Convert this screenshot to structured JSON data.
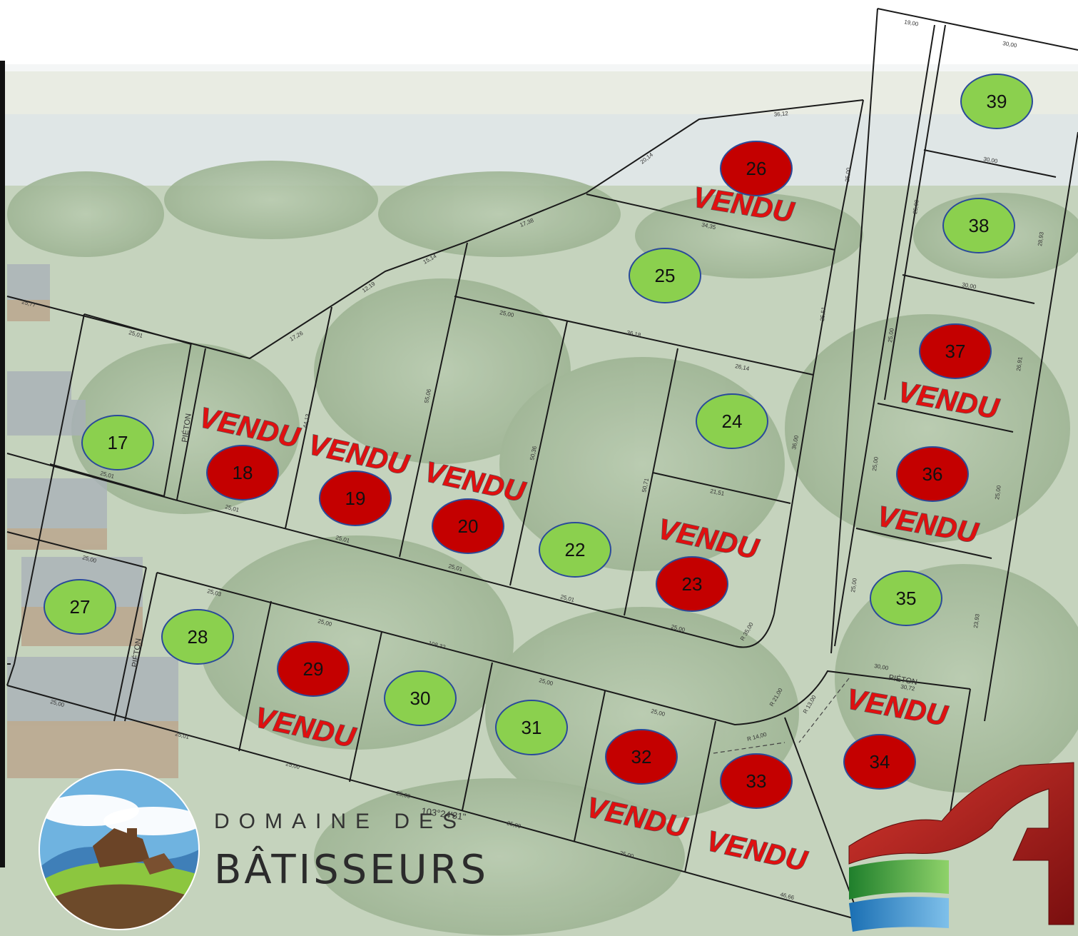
{
  "brand": {
    "line1": "DOMAINE DES",
    "line2": "BÂTISSEURS"
  },
  "sold_label": "VENDU",
  "pedestrian_label": "PIÉTON",
  "bearing_label": "103°24'31\"",
  "colors": {
    "available": "#8bd04e",
    "sold": "#c40000",
    "sold_text": "#e01010",
    "lot_outline": "#2a4a9a",
    "lines": "#1a1a1a"
  },
  "lots": [
    {
      "number": "17",
      "status": "available"
    },
    {
      "number": "18",
      "status": "sold"
    },
    {
      "number": "19",
      "status": "sold"
    },
    {
      "number": "20",
      "status": "sold"
    },
    {
      "number": "22",
      "status": "available"
    },
    {
      "number": "23",
      "status": "sold"
    },
    {
      "number": "24",
      "status": "available"
    },
    {
      "number": "25",
      "status": "available"
    },
    {
      "number": "26",
      "status": "sold"
    },
    {
      "number": "27",
      "status": "available"
    },
    {
      "number": "28",
      "status": "available"
    },
    {
      "number": "29",
      "status": "sold"
    },
    {
      "number": "30",
      "status": "available"
    },
    {
      "number": "31",
      "status": "available"
    },
    {
      "number": "32",
      "status": "sold"
    },
    {
      "number": "33",
      "status": "sold"
    },
    {
      "number": "34",
      "status": "sold"
    },
    {
      "number": "35",
      "status": "available"
    },
    {
      "number": "36",
      "status": "sold"
    },
    {
      "number": "37",
      "status": "sold"
    },
    {
      "number": "38",
      "status": "available"
    },
    {
      "number": "39",
      "status": "available"
    }
  ]
}
